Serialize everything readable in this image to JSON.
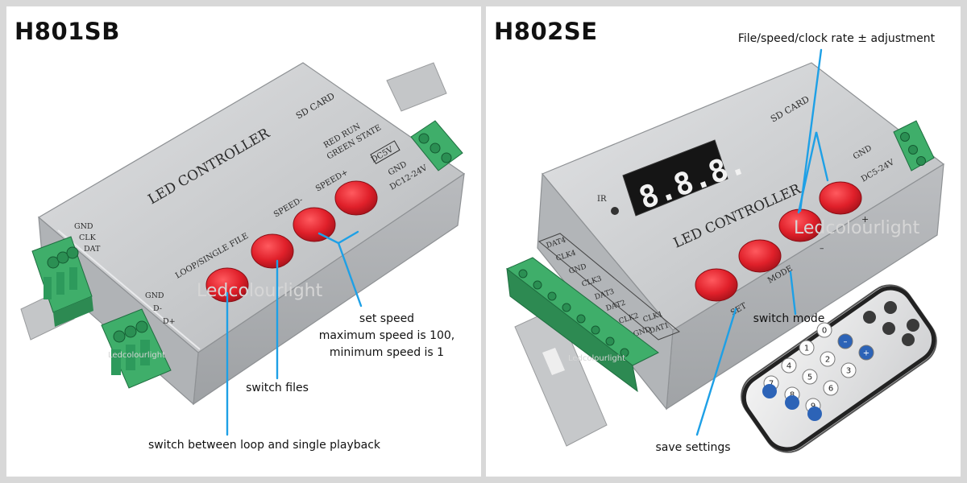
{
  "left": {
    "title": "H801SB",
    "device": {
      "brand": "LED CONTROLLER",
      "sd_card": "SD CARD",
      "red_run": "RED RUN",
      "green_state": "GREEN STATE",
      "dc5v": "DC5V",
      "gnd_top": "GND",
      "dc_range": "DC12-24V",
      "speed_plus": "SPEED+",
      "speed_minus": "SPEED-",
      "loop_single": "LOOP/SINGLE FILE",
      "gnd_left": "GND",
      "clk": "CLK",
      "dat": "DAT",
      "gnd_bottom": "GND",
      "d_minus": "D-",
      "d_plus": "D+",
      "watermark": "Ledcolourlight",
      "watermark_small": "Ledcolourlight"
    },
    "callouts": {
      "set_speed": "set speed",
      "max_speed": "maximum speed is 100,",
      "min_speed": "minimum speed is 1",
      "switch_files": "switch files",
      "switch_loop": "switch between loop and single playback"
    }
  },
  "right": {
    "title": "H802SE",
    "display_value": "8.8.8.",
    "device": {
      "brand": "LED CONTROLLER",
      "sd_card": "SD CARD",
      "gnd": "GND",
      "dc_range": "DC5-24V",
      "ir": "IR",
      "minus": "–",
      "plus": "+",
      "mode": "MODE",
      "set": "SET",
      "dat4": "DAT4",
      "clk4": "CLK4",
      "gnd1": "GND",
      "clk3": "CLK3",
      "dat3": "DAT3",
      "dat2": "DAT2",
      "clk2": "CLK2",
      "gnd2": "GND",
      "clk1": "CLK1",
      "dat1": "DAT1",
      "watermark": "Ledcolourlight",
      "watermark_small": "Ledcolourlight"
    },
    "remote": {
      "keys": [
        "0",
        "–",
        "+",
        "1",
        "2",
        "3",
        "4",
        "5",
        "6",
        "7",
        "8",
        "9"
      ]
    },
    "callouts": {
      "adjust": "File/speed/clock rate ± adjustment",
      "switch_mode": "switch mode",
      "save_settings": "save settings"
    }
  },
  "colors": {
    "callout_line": "#1ea0e6",
    "button_red": "#e0202a",
    "terminal_green": "#3fae6a",
    "aluminum": "#c9cbcd"
  }
}
